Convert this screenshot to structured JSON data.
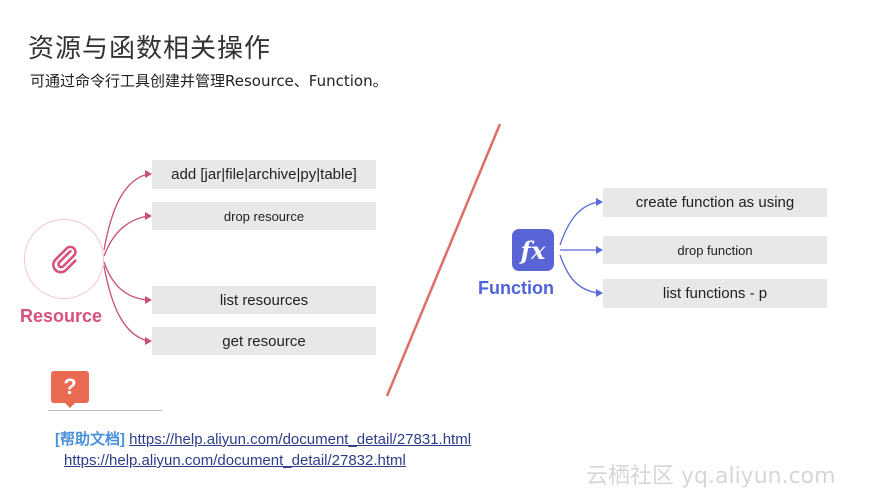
{
  "title": "资源与函数相关操作",
  "subtitle": "可通过命令行工具创建并管理Resource、Function。",
  "resource": {
    "label": "Resource",
    "icon": "paperclip-icon",
    "color": "#d6517f",
    "commands": [
      "add [jar|file|archive|py|table]",
      "drop resource",
      "list resources",
      "get resource"
    ]
  },
  "function": {
    "label": "Function",
    "icon": "fx-icon",
    "icon_text": "fx",
    "color": "#4f63d8",
    "commands": [
      "create function as using",
      "drop function",
      "list functions - p"
    ]
  },
  "help": {
    "badge": "?",
    "tag": "[帮助文档]",
    "links": [
      "https://help.aliyun.com/document_detail/27831.html",
      "https://help.aliyun.com/document_detail/27832.html"
    ]
  },
  "watermark": "云栖社区 yq.aliyun.com"
}
